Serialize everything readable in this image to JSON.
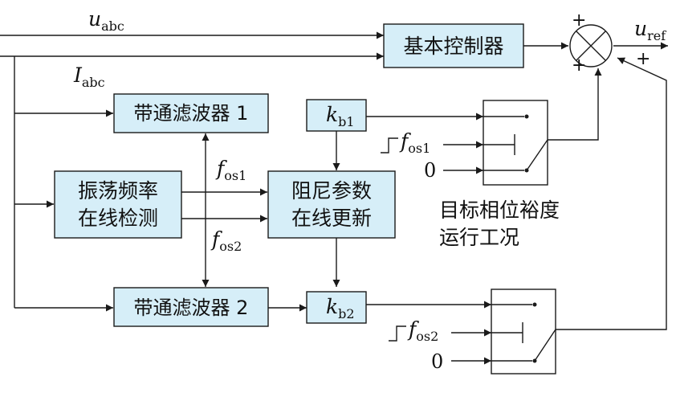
{
  "signals": {
    "u_abc": {
      "base": "u",
      "sub": "abc"
    },
    "i_abc": {
      "base": "I",
      "sub": "abc"
    },
    "u_ref": {
      "base": "u",
      "sub": "ref"
    },
    "f_os1": {
      "base": "f",
      "sub": "os1"
    },
    "f_os2": {
      "base": "f",
      "sub": "os2"
    },
    "k_b1": {
      "base": "k",
      "sub": "b1"
    },
    "k_b2": {
      "base": "k",
      "sub": "b2"
    }
  },
  "blocks": {
    "basic_controller": "基本控制器",
    "bandpass_1": "带通滤波器 1",
    "bandpass_2": "带通滤波器 2",
    "osc_detect_line1": "振荡频率",
    "osc_detect_line2": "在线检测",
    "damping_update_line1": "阻尼参数",
    "damping_update_line2": "在线更新"
  },
  "labels": {
    "target_line1": "目标相位裕度",
    "target_line2": "运行工况",
    "zero": "0",
    "plus": "+"
  }
}
